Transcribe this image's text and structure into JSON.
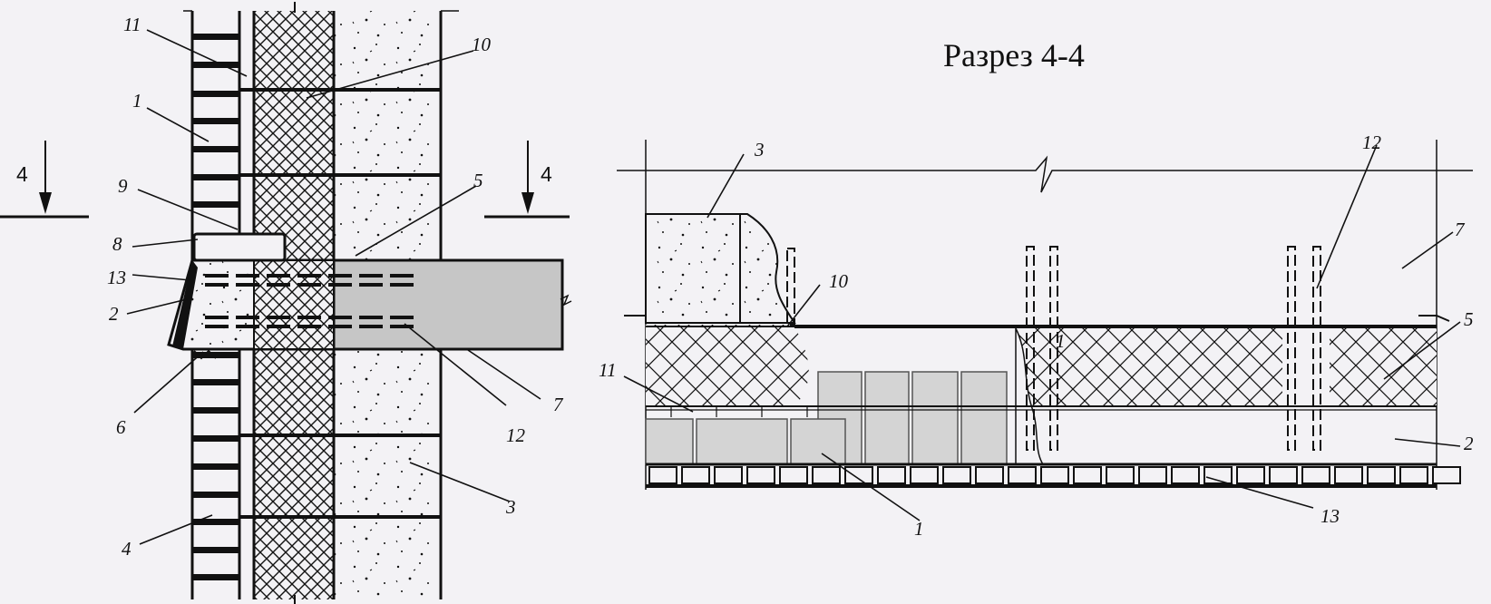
{
  "section_title": "Разрез 4-4",
  "section_mark": {
    "left": "4",
    "right": "4"
  },
  "left_labels": {
    "l11": "11",
    "l10": "10",
    "l1": "1",
    "l9": "9",
    "l5": "5",
    "l8": "8",
    "l13": "13",
    "l2": "2",
    "l6": "6",
    "l12": "12",
    "l7": "7",
    "l3": "3",
    "l4": "4"
  },
  "right_labels": {
    "r3": "3",
    "r12": "12",
    "r7": "7",
    "r10": "10",
    "r1a": "1",
    "r5": "5",
    "r11": "11",
    "r2": "2",
    "r1b": "1",
    "r13": "13"
  },
  "colors": {
    "ink": "#111111",
    "paper": "#f3f2f5",
    "concrete": "#c8c8c8",
    "block": "#d2d2d2"
  }
}
